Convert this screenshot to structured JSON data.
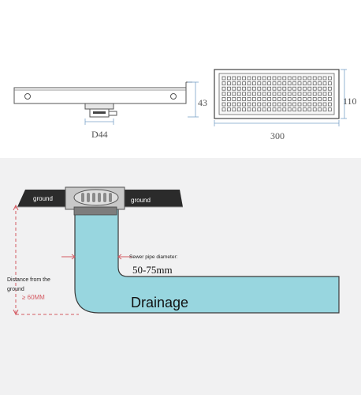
{
  "top_drawing": {
    "side_view": {
      "drain_label": "D44",
      "height_label": "43"
    },
    "top_view": {
      "width_label": "300",
      "height_label": "110"
    }
  },
  "install_diagram": {
    "ground_left": "ground",
    "ground_right": "ground",
    "pipe_label": "Sewer pipe diameter:",
    "pipe_value": "50-75mm",
    "distance_label_line1": "Distance from the",
    "distance_label_line2": "ground",
    "distance_value": "≥ 60MM",
    "drainage_label": "Drainage"
  },
  "colors": {
    "pipe": "#98d6df",
    "ground": "#2b2b2b",
    "dimension_red": "#d45b63",
    "dimension_blue": "#7aa2c8"
  }
}
